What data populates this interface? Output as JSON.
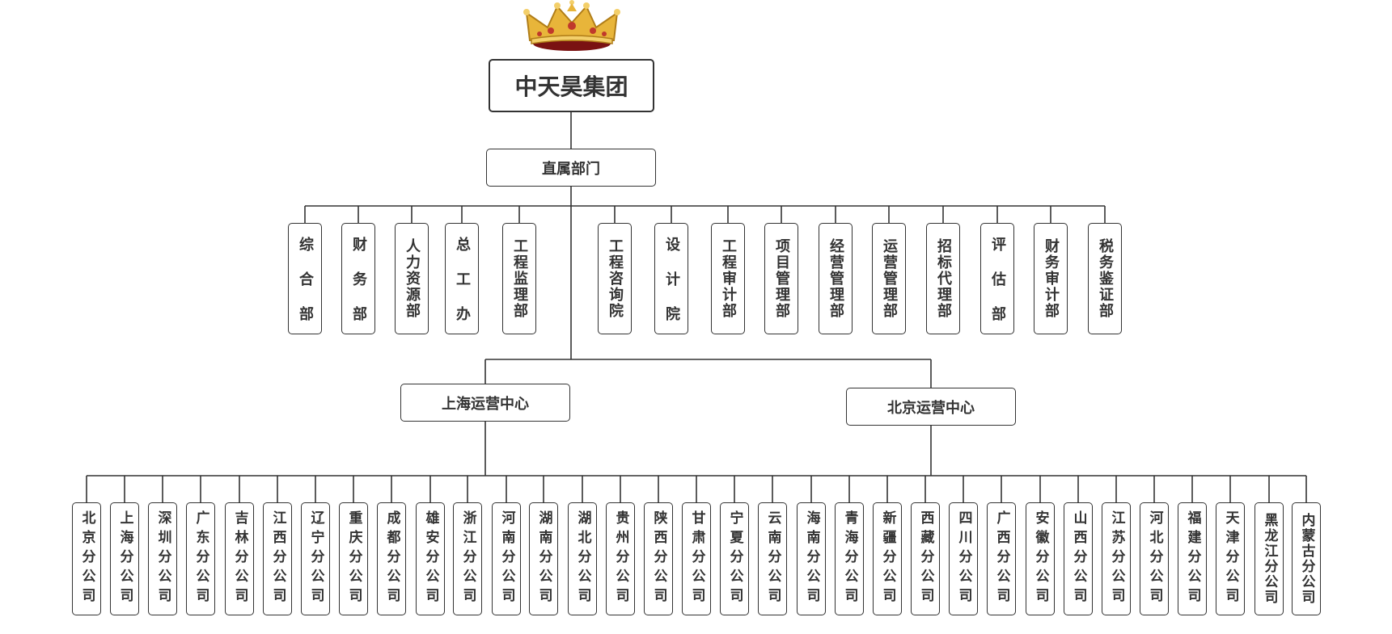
{
  "crown_icon": "crown-icon",
  "colors": {
    "line": "#333333",
    "box_border": "#333333",
    "text": "#333333",
    "background": "#ffffff",
    "crown_gold": "#e8b53a",
    "crown_red": "#c0392b"
  },
  "root": {
    "label": "中天昊集团"
  },
  "direct": {
    "label": "直属部门",
    "departments": [
      "综合部",
      "财务部",
      "人力资源部",
      "总工办",
      "工程监理部",
      "工程咨询院",
      "设计院",
      "工程审计部",
      "项目管理部",
      "经营管理部",
      "运营管理部",
      "招标代理部",
      "评估部",
      "财务审计部",
      "税务鉴证部"
    ]
  },
  "centers": [
    {
      "label": "上海运营中心"
    },
    {
      "label": "北京运营中心"
    }
  ],
  "branches": [
    "北京分公司",
    "上海分公司",
    "深圳分公司",
    "广东分公司",
    "吉林分公司",
    "江西分公司",
    "辽宁分公司",
    "重庆分公司",
    "成都分公司",
    "雄安分公司",
    "浙江分公司",
    "河南分公司",
    "湖南分公司",
    "湖北分公司",
    "贵州分公司",
    "陕西分公司",
    "甘肃分公司",
    "宁夏分公司",
    "云南分公司",
    "海南分公司",
    "青海分公司",
    "新疆分公司",
    "西藏分公司",
    "四川分公司",
    "广西分公司",
    "安徽分公司",
    "山西分公司",
    "江苏分公司",
    "河北分公司",
    "福建分公司",
    "天津分公司",
    "黑龙江分公司",
    "内蒙古分公司"
  ]
}
